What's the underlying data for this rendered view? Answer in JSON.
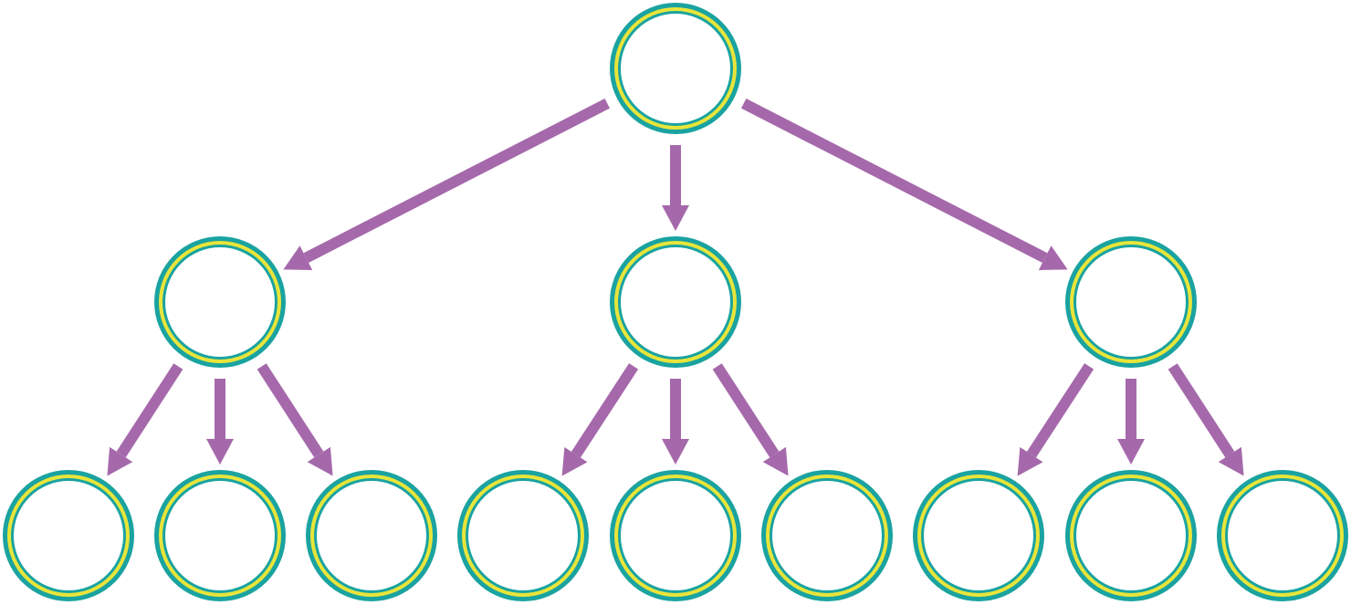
{
  "diagram": {
    "type": "tree",
    "colors": {
      "background": "#ffffff",
      "node_outer_ring": "#1aa3a0",
      "node_inner_ring": "#e8e53a",
      "node_fill": "#ffffff",
      "arrow": "#a569ab"
    },
    "nodes": [
      {
        "id": "root",
        "level": 0,
        "parent": null,
        "label": ""
      },
      {
        "id": "a",
        "level": 1,
        "parent": "root",
        "label": ""
      },
      {
        "id": "b",
        "level": 1,
        "parent": "root",
        "label": ""
      },
      {
        "id": "c",
        "level": 1,
        "parent": "root",
        "label": ""
      },
      {
        "id": "a1",
        "level": 2,
        "parent": "a",
        "label": ""
      },
      {
        "id": "a2",
        "level": 2,
        "parent": "a",
        "label": ""
      },
      {
        "id": "a3",
        "level": 2,
        "parent": "a",
        "label": ""
      },
      {
        "id": "b1",
        "level": 2,
        "parent": "b",
        "label": ""
      },
      {
        "id": "b2",
        "level": 2,
        "parent": "b",
        "label": ""
      },
      {
        "id": "b3",
        "level": 2,
        "parent": "b",
        "label": ""
      },
      {
        "id": "c1",
        "level": 2,
        "parent": "c",
        "label": ""
      },
      {
        "id": "c2",
        "level": 2,
        "parent": "c",
        "label": ""
      },
      {
        "id": "c3",
        "level": 2,
        "parent": "c",
        "label": ""
      }
    ],
    "edges": [
      {
        "from": "root",
        "to": "a"
      },
      {
        "from": "root",
        "to": "b"
      },
      {
        "from": "root",
        "to": "c"
      },
      {
        "from": "a",
        "to": "a1"
      },
      {
        "from": "a",
        "to": "a2"
      },
      {
        "from": "a",
        "to": "a3"
      },
      {
        "from": "b",
        "to": "b1"
      },
      {
        "from": "b",
        "to": "b2"
      },
      {
        "from": "b",
        "to": "b3"
      },
      {
        "from": "c",
        "to": "c1"
      },
      {
        "from": "c",
        "to": "c2"
      },
      {
        "from": "c",
        "to": "c3"
      }
    ]
  }
}
